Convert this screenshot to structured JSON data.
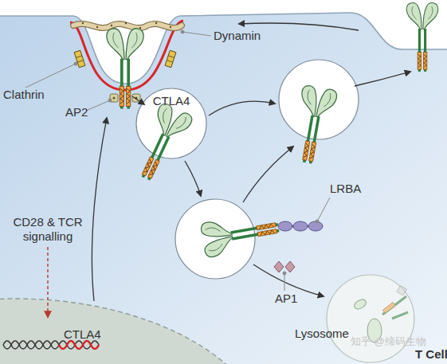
{
  "diagram": {
    "nodes": [
      {
        "text": [
          "T Cell"
        ]
      },
      {
        "text": [
          "CTLA4"
        ],
        "in": 0
      },
      {
        "text": [
          "CTLA4"
        ],
        "in": 0
      },
      {
        "text": [
          "Lysosome"
        ],
        "in": 0
      }
    ],
    "labels": [
      "Dynamin",
      "Clathrin",
      "AP2",
      "CD28 & TCR signalling",
      "LRBA",
      "AP1",
      "知乎 @缔码生物"
    ]
  }
}
